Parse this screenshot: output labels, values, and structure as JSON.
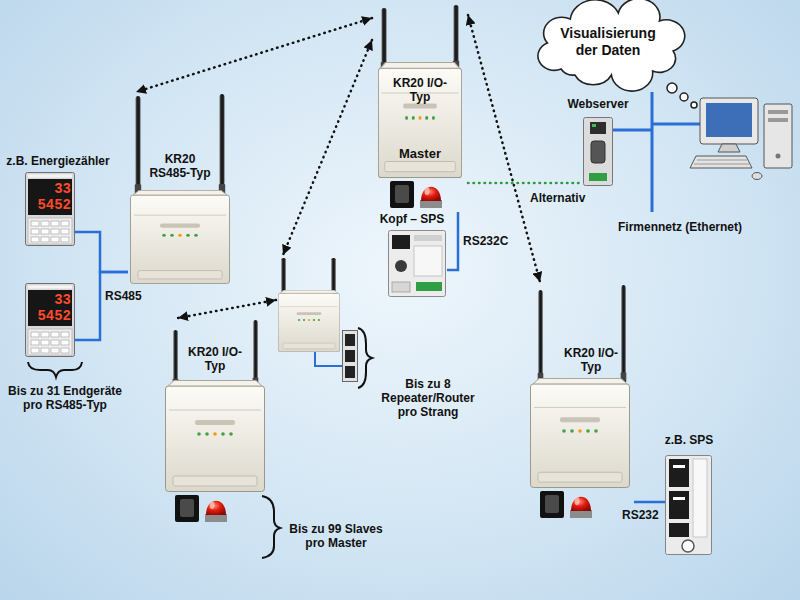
{
  "diagram": {
    "nodes": [
      {
        "text": [
          "Visualisierung der Daten"
        ]
      },
      {
        "text": [
          "KR20 I/O-Typ",
          "Master"
        ]
      },
      {
        "text": [
          "Webserver"
        ]
      },
      {
        "text": [
          "z.B. Energiezähler",
          "33",
          "5452"
        ]
      },
      {
        "text": [
          "KR20 RS485-Typ"
        ]
      },
      {
        "text": [
          "Kopf – SPS"
        ]
      },
      {
        "text": [
          "33",
          "5452"
        ]
      },
      {
        "text": [
          "Bis zu 8 Repeater/Router pro Strang"
        ]
      },
      {
        "text": [
          "KR20 I/O-Typ"
        ]
      },
      {
        "text": [
          "KR20 I/O-Typ"
        ]
      },
      {
        "text": [
          "z.B. SPS"
        ]
      }
    ],
    "edges": [
      {
        "from": 1,
        "to": 4,
        "arrow": "both"
      },
      {
        "from": 1,
        "to": 7,
        "arrow": "both"
      },
      {
        "from": 1,
        "to": 8,
        "arrow": "both"
      },
      {
        "from": 7,
        "to": 9,
        "arrow": "both"
      },
      {
        "from": 1,
        "to": 5,
        "arrow": "none",
        "label": "RS232C"
      },
      {
        "from": 1,
        "to": 2,
        "arrow": "none",
        "label": "Alternativ"
      },
      {
        "from": 3,
        "to": 4,
        "arrow": "none"
      },
      {
        "from": 6,
        "to": 4,
        "arrow": "none"
      },
      {
        "from": 8,
        "to": 10,
        "arrow": "none",
        "label": "RS232"
      }
    ],
    "labels": [
      "RS485",
      "Firmennetz (Ethernet)",
      "Bis zu 31 Endgeräte pro RS485-Typ",
      "Bis zu 99 Slaves pro Master"
    ]
  }
}
